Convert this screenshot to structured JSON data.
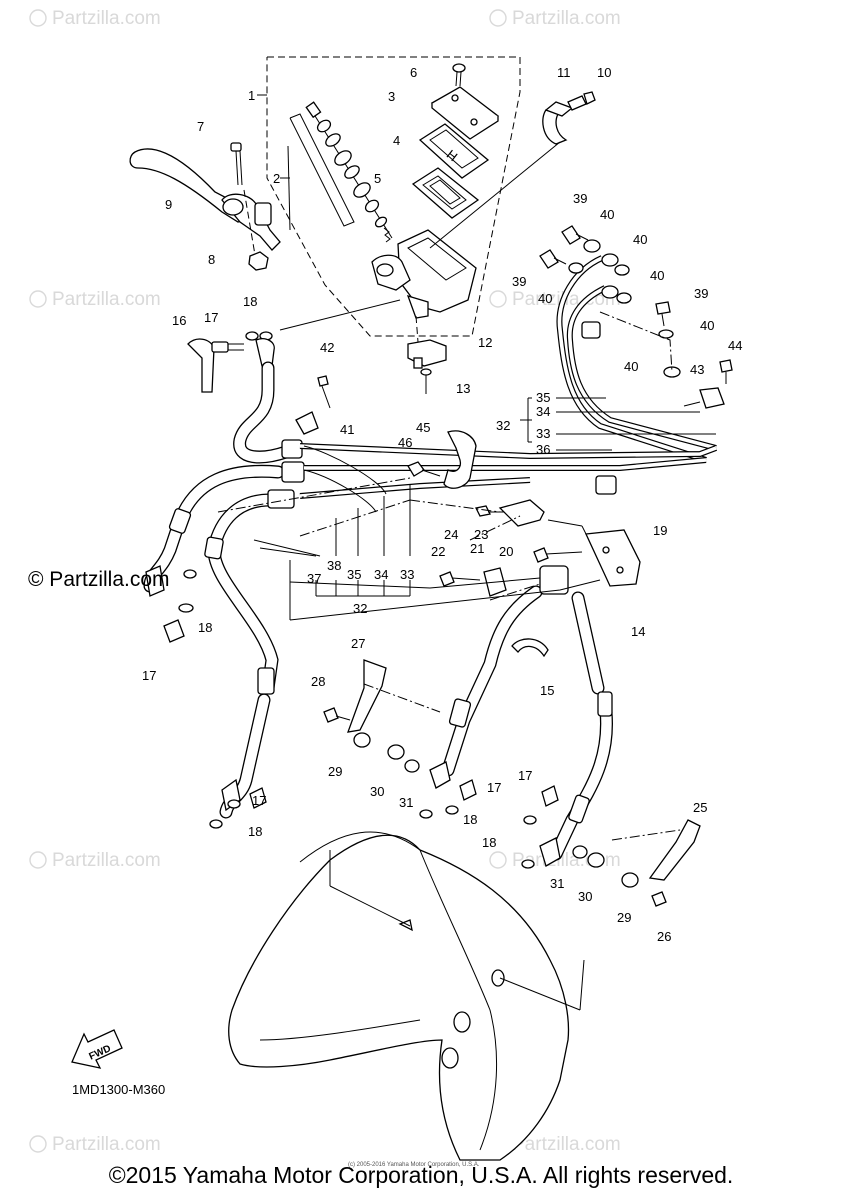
{
  "watermark": {
    "text": "Partzilla.com",
    "symbol": "©"
  },
  "big_watermark": "© Partzilla.com",
  "diagram_code": "1MD1300-M360",
  "fwd_label": "FWD",
  "small_copyright": "(c) 2005-2016 Yamaha Motor Corporation, U.S.A.",
  "footer": "©2015 Yamaha Motor Corporation, U.S.A. All rights reserved.",
  "callouts": [
    "1",
    "2",
    "3",
    "4",
    "5",
    "6",
    "7",
    "8",
    "9",
    "10",
    "11",
    "12",
    "13",
    "14",
    "15",
    "16",
    "17",
    "18",
    "19",
    "20",
    "21",
    "22",
    "23",
    "24",
    "25",
    "26",
    "27",
    "28",
    "29",
    "30",
    "31",
    "32",
    "33",
    "34",
    "35",
    "36",
    "37",
    "38",
    "39",
    "40",
    "41",
    "42",
    "43",
    "44",
    "45",
    "46"
  ]
}
